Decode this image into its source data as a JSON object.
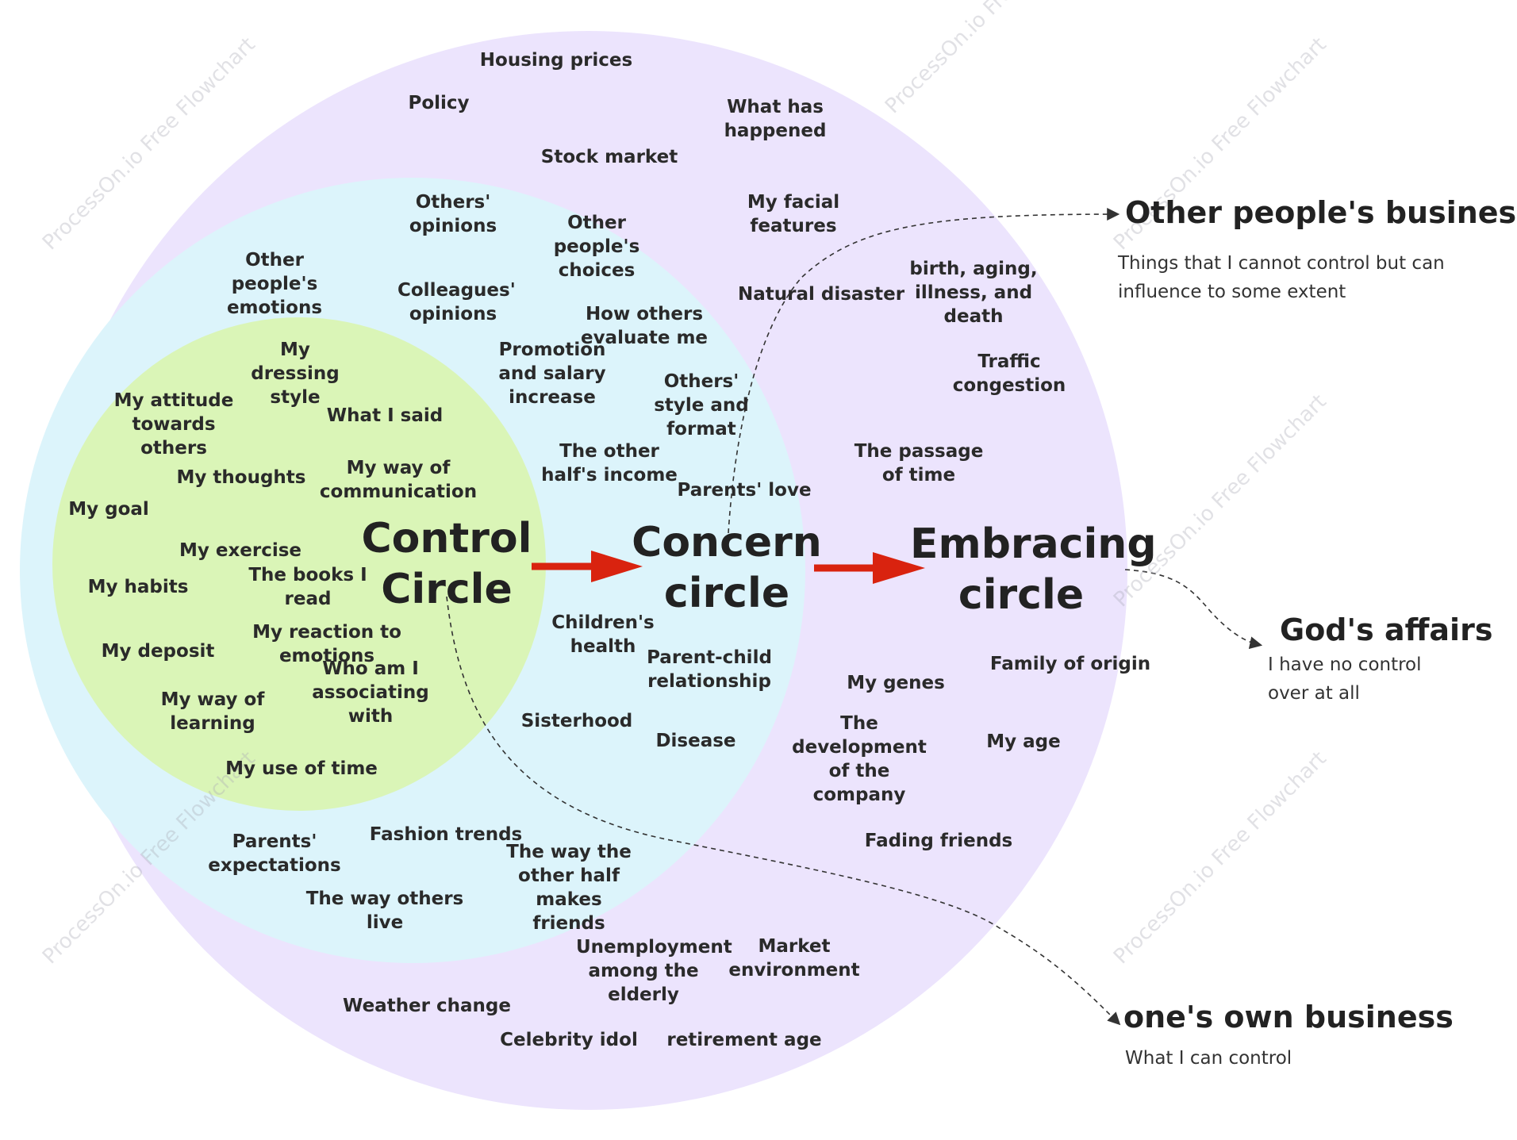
{
  "watermark_text": "ProcessOn.io Free Flowchart",
  "colors": {
    "outer": "#ece4fd",
    "middle": "#dcf4fb",
    "inner": "#daf5b7",
    "arrow": "#d9230f",
    "text": "#2a2a2a"
  },
  "circles": {
    "control": "Control Circle",
    "concern": "Concern circle",
    "embracing": "Embracing circle"
  },
  "control_items": [
    "My dressing style",
    "What I said",
    "My attitude towards others",
    "My thoughts",
    "My way of communication",
    "My goal",
    "My exercise",
    "My habits",
    "The books I read",
    "My deposit",
    "My reaction to emotions",
    "Who am I associating with",
    "My way of learning",
    "My use of time"
  ],
  "concern_items": [
    "Others' opinions",
    "Other people's choices",
    "Other people's emotions",
    "Colleagues' opinions",
    "How others evaluate me",
    "Promotion and salary increase",
    "Others' style and format",
    "The other half's income",
    "Parents' love",
    "Children's health",
    "Parent-child relationship",
    "Sisterhood",
    "Disease",
    "Parents' expectations",
    "Fashion trends",
    "The way the other half makes friends",
    "The way others live"
  ],
  "embracing_items": [
    "Housing prices",
    "Policy",
    "What has happened",
    "Stock market",
    "My facial features",
    "Natural disaster",
    "birth, aging, illness, and death",
    "Traffic congestion",
    "The passage of time",
    "My genes",
    "Family of origin",
    "The development of the company",
    "My age",
    "Fading friends",
    "Unemployment among the elderly",
    "Market environment",
    "Weather change",
    "Celebrity idol",
    "retirement age"
  ],
  "side_notes": {
    "others": {
      "title": "Other people's business",
      "desc": "Things that I cannot control but can influence to some extent"
    },
    "god": {
      "title": "God's affairs",
      "desc": "I have no control over at all"
    },
    "own": {
      "title": "one's own business",
      "desc": "What I can control"
    }
  }
}
